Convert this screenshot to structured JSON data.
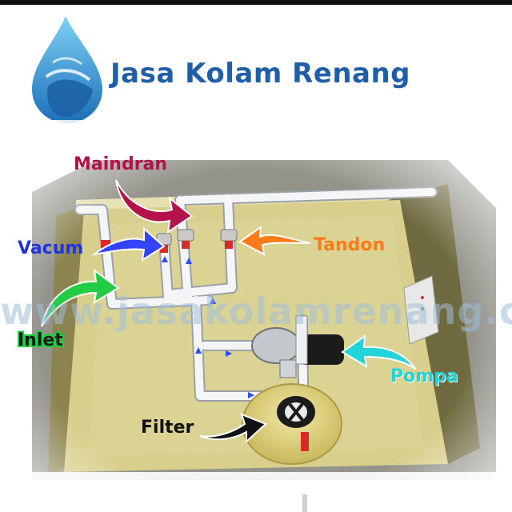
{
  "brand": {
    "name": "Jasa Kolam Renang"
  },
  "labels": {
    "maindran": "Maindran",
    "vacum": "Vacum",
    "tandon": "Tandon",
    "inlet": "Inlet",
    "pompa": "Pompa",
    "filter": "Filter"
  },
  "watermark": "www.jasakolamrenang.com",
  "colors": {
    "brand_blue": "#1f5fa8",
    "maindran_arrow": "#b3124a",
    "vacum_arrow": "#3344ff",
    "tandon_arrow": "#ff7b1a",
    "inlet_arrow": "#22cc44",
    "pompa_arrow": "#22d4d8",
    "filter_arrow": "#111111",
    "room_floor": "#d8cf8c"
  },
  "icons": [
    "water-drop-logo-icon"
  ]
}
